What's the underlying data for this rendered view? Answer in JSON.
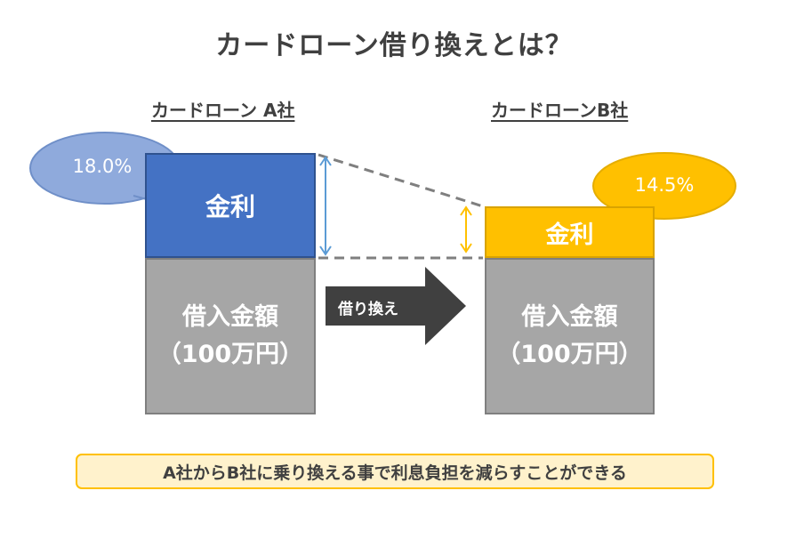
{
  "title": "カードローン借り換えとは？",
  "left": {
    "label": "カードローン A社",
    "rate": "18.0%",
    "interest_label": "金利",
    "principal_line1": "借入金額",
    "principal_line2": "（100万円）"
  },
  "right": {
    "label": "カードローンB社",
    "rate": "14.5%",
    "interest_label": "金利",
    "principal_line1": "借入金額",
    "principal_line2": "（100万円）"
  },
  "arrow_label": "借り換え",
  "note": "A社からB社に乗り換える事で利息負担を減らすことができる",
  "colors": {
    "blue": "#4472c4",
    "blue_bubble": "#8faadc",
    "gold": "#ffc000",
    "gray": "#a6a6a6",
    "dark_arrow": "#404040",
    "dash": "#7f7f7f",
    "blue_arrow": "#5b9bd5"
  }
}
